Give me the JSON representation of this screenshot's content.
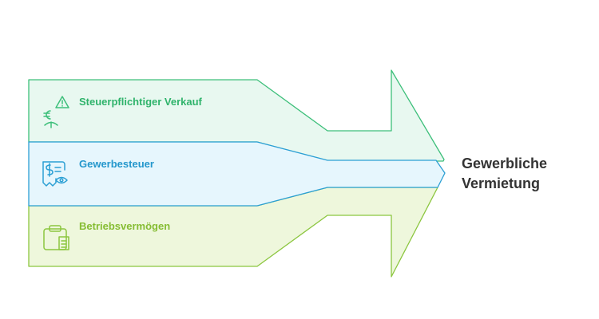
{
  "diagram": {
    "bands": [
      {
        "label": "Steuerpflichtiger Verkauf",
        "icon": "euro-warning-icon",
        "fill": "#e8f8f0",
        "stroke": "#3dbf7a",
        "text_color": "#2fb36b"
      },
      {
        "label": "Gewerbesteuer",
        "icon": "receipt-eye-icon",
        "fill": "#e6f6fd",
        "stroke": "#2b9fd4",
        "text_color": "#2497cc"
      },
      {
        "label": "Betriebsvermögen",
        "icon": "clipboard-building-icon",
        "fill": "#eef7dc",
        "stroke": "#8cc63f",
        "text_color": "#86bd33"
      }
    ],
    "target": {
      "line1": "Gewerbliche",
      "line2": "Vermietung",
      "color": "#333333"
    }
  }
}
